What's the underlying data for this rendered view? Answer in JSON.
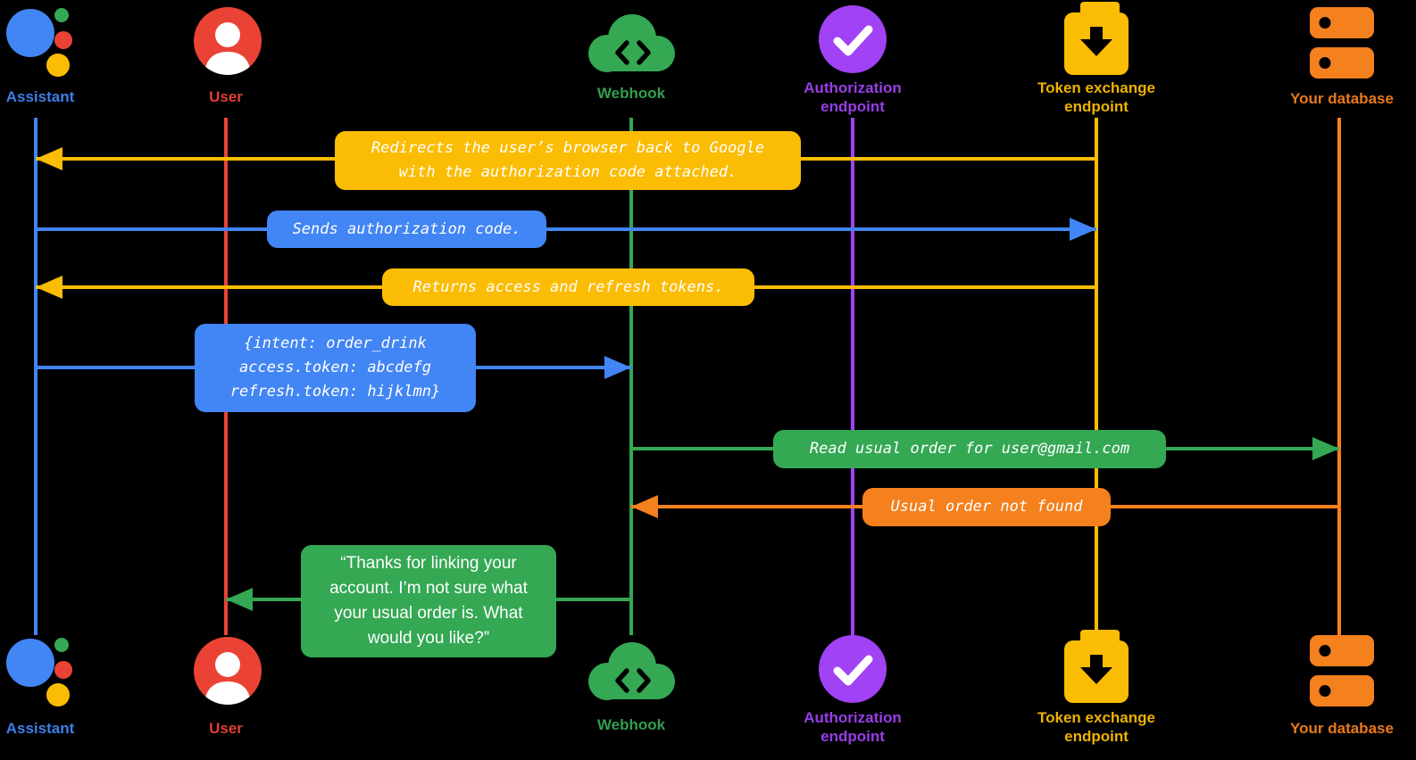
{
  "palette": {
    "blue": "#4285F4",
    "red": "#EA4335",
    "green": "#34A853",
    "purple": "#A142F4",
    "yellow": "#FBBC04",
    "orange": "#F4801E"
  },
  "actors": [
    {
      "label": "Assistant",
      "color": "#4285F4"
    },
    {
      "label": "User",
      "color": "#EA4335"
    },
    {
      "label": "Webhook",
      "color": "#34A853"
    },
    {
      "label": "Authorization endpoint",
      "color": "#A142F4"
    },
    {
      "label": "Token exchange endpoint",
      "color": "#FBBC04"
    },
    {
      "label": "Your database",
      "color": "#F4801E"
    }
  ],
  "messages": [
    {
      "from": "Token exchange endpoint",
      "to": "Assistant",
      "color": "#FBBC04",
      "text": "Redirects the user’s browser back to Google\nwith the authorization code attached."
    },
    {
      "from": "Assistant",
      "to": "Token exchange endpoint",
      "color": "#4285F4",
      "text": "Sends authorization code."
    },
    {
      "from": "Token exchange endpoint",
      "to": "Assistant",
      "color": "#FBBC04",
      "text": "Returns access and refresh tokens."
    },
    {
      "from": "Assistant",
      "to": "Webhook",
      "color": "#4285F4",
      "text": "{intent: order_drink\naccess.token: abcdefg\nrefresh.token: hijklmn}"
    },
    {
      "from": "Webhook",
      "to": "Your database",
      "color": "#34A853",
      "text": "Read usual order for user@gmail.com"
    },
    {
      "from": "Your database",
      "to": "Webhook",
      "color": "#F4801E",
      "text": "Usual order not found"
    },
    {
      "from": "Webhook",
      "to": "User",
      "color": "#34A853",
      "text": "“Thanks for linking your\naccount. I’m not sure what\nyour usual order is. What\nwould you like?”"
    }
  ]
}
